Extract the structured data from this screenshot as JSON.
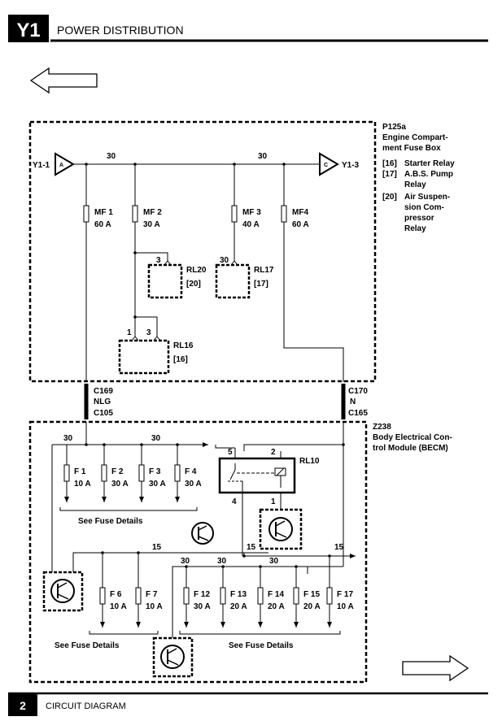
{
  "header": {
    "badge": "Y1",
    "title": "POWER DISTRIBUTION"
  },
  "footer": {
    "page_number": "2",
    "label": "CIRCUIT DIAGRAM"
  },
  "fuse_box": {
    "id": "P125a",
    "name_lines": [
      "Engine Compart-",
      "ment Fuse Box"
    ],
    "notes": [
      {
        "ref": "[16]",
        "lines": [
          "Starter Relay"
        ]
      },
      {
        "ref": "[17]",
        "lines": [
          "A.B.S. Pump",
          "Relay"
        ]
      },
      {
        "ref": "[20]",
        "lines": [
          "Air Suspen-",
          "sion Com-",
          "pressor",
          "Relay"
        ]
      }
    ]
  },
  "becm": {
    "id": "Z238",
    "name_lines": [
      "Body Electrical Con-",
      "trol Module (BECM)"
    ]
  },
  "connectors": {
    "left": {
      "from": "Y1-1",
      "letter": "A"
    },
    "right": {
      "to": "Y1-3",
      "letter": "C"
    }
  },
  "bus_labels": {
    "top_left": "30",
    "top_right": "30",
    "becm_30a": "30",
    "becm_30b": "30",
    "becm_15a": "15",
    "becm_15b": "15",
    "becm_15c": "15",
    "becm_30c": "30",
    "becm_30d": "30",
    "becm_30e": "30"
  },
  "engine_fuses": [
    {
      "id": "MF 1",
      "rating": "60 A"
    },
    {
      "id": "MF 2",
      "rating": "30 A"
    },
    {
      "id": "MF 3",
      "rating": "40 A"
    },
    {
      "id": "MF4",
      "rating": "60 A"
    }
  ],
  "relays": {
    "rl20": {
      "name": "RL20",
      "ref": "[20]",
      "pin": "3"
    },
    "rl17": {
      "name": "RL17",
      "ref": "[17]",
      "pin": "30"
    },
    "rl16": {
      "name": "RL16",
      "ref": "[16]",
      "pin_a": "1",
      "pin_b": "3"
    },
    "rl10": {
      "name": "RL10",
      "pin_tl": "5",
      "pin_tr": "2",
      "pin_bl": "4",
      "pin_br": "1"
    }
  },
  "harness": {
    "left": {
      "top": "C169",
      "mid": "NLG",
      "bottom": "C105"
    },
    "right": {
      "top": "C170",
      "mid": "N",
      "bottom": "C165"
    }
  },
  "becm_fuses_row1": [
    {
      "id": "F 1",
      "rating": "10 A"
    },
    {
      "id": "F 2",
      "rating": "30 A"
    },
    {
      "id": "F 3",
      "rating": "30 A"
    },
    {
      "id": "F 4",
      "rating": "30 A"
    }
  ],
  "becm_fuses_row2a": [
    {
      "id": "F 6",
      "rating": "10 A"
    },
    {
      "id": "F 7",
      "rating": "10 A"
    }
  ],
  "becm_fuses_row2b": [
    {
      "id": "F 12",
      "rating": "30 A"
    },
    {
      "id": "F 13",
      "rating": "20 A"
    },
    {
      "id": "F 14",
      "rating": "20 A"
    },
    {
      "id": "F 15",
      "rating": "20 A"
    },
    {
      "id": "F 17",
      "rating": "10 A"
    }
  ],
  "see_fuse_details": [
    "See Fuse Details",
    "See Fuse Details",
    "See Fuse Details"
  ]
}
